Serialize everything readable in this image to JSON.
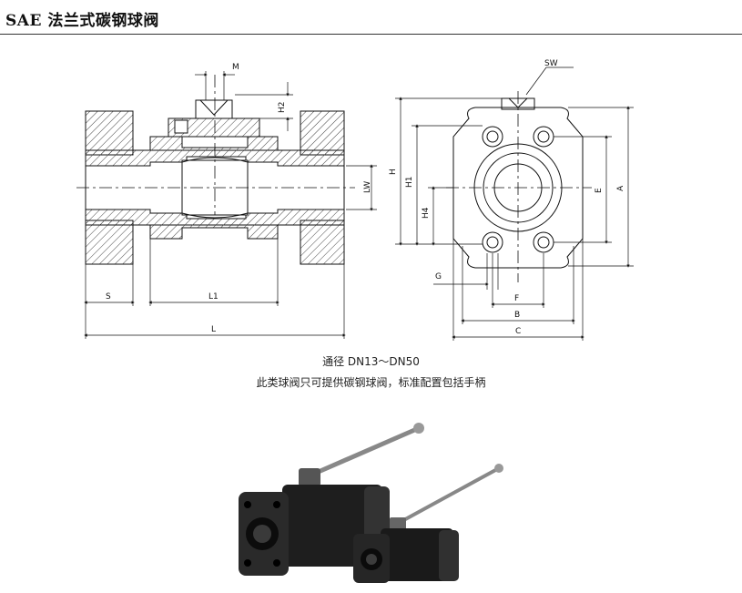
{
  "title": "SAE 法兰式碳钢球阀",
  "caption": {
    "line1": "通径 DN13～DN50",
    "line2": "此类球阀只可提供碳钢球阀，标准配置包括手柄"
  },
  "drawing": {
    "labels": {
      "M": "M",
      "H2": "H2",
      "LW": "LW",
      "S": "S",
      "L1": "L1",
      "L": "L",
      "SW": "SW",
      "H": "H",
      "H1": "H1",
      "H4": "H4",
      "E": "E",
      "A": "A",
      "G": "G",
      "F": "F",
      "B": "B",
      "C": "C"
    }
  }
}
